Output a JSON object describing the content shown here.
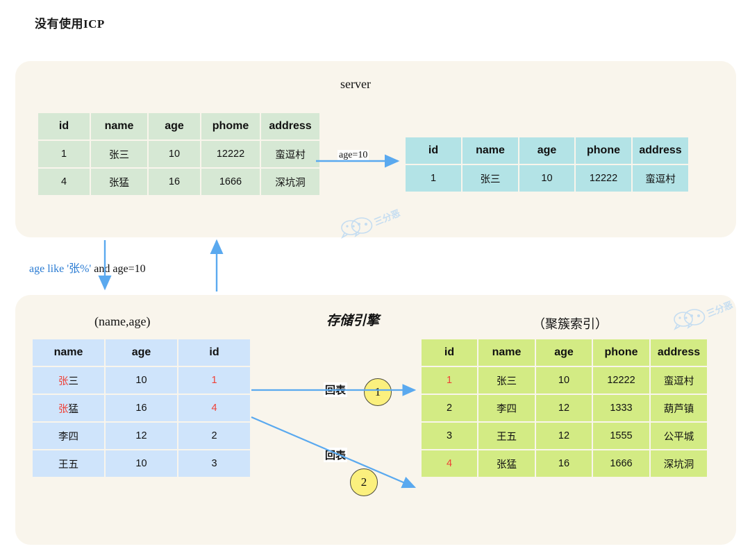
{
  "title": "没有使用ICP",
  "server_panel": {
    "label": "server",
    "source_table": {
      "name": "server-source-table",
      "columns": [
        "id",
        "name",
        "age",
        "phome",
        "address"
      ],
      "rows": [
        [
          "1",
          "张三",
          "10",
          "12222",
          "蛮逗村"
        ],
        [
          "4",
          "张猛",
          "16",
          "1666",
          "深坑洞"
        ]
      ]
    },
    "result_arrow_label": "age=10",
    "result_table": {
      "name": "server-result-table",
      "columns": [
        "id",
        "name",
        "age",
        "phone",
        "address"
      ],
      "rows": [
        [
          "1",
          "张三",
          "10",
          "12222",
          "蛮逗村"
        ]
      ]
    }
  },
  "connector": {
    "sql_blue": "age like '张%'",
    "sql_black": " and age=10"
  },
  "engine_panel": {
    "label": "存储引擎",
    "index_title": "(name,age)",
    "index_table": {
      "name": "secondary-index-table",
      "columns": [
        "name",
        "age",
        "id"
      ],
      "rows": [
        [
          {
            "t": "张",
            "c": "red"
          },
          {
            "t": "三",
            "c": ""
          },
          "10",
          {
            "t": "1",
            "c": "red"
          }
        ],
        [
          {
            "t": "张",
            "c": "red"
          },
          {
            "t": "猛",
            "c": ""
          },
          "16",
          {
            "t": "4",
            "c": "red"
          }
        ],
        [
          {
            "t": "李",
            "c": ""
          },
          {
            "t": "四",
            "c": ""
          },
          "12",
          {
            "t": "2",
            "c": ""
          }
        ],
        [
          {
            "t": "王",
            "c": ""
          },
          {
            "t": "五",
            "c": ""
          },
          "10",
          {
            "t": "3",
            "c": ""
          }
        ]
      ]
    },
    "clustered_title": "（聚簇索引）",
    "clustered_table": {
      "name": "clustered-index-table",
      "columns": [
        "id",
        "name",
        "age",
        "phone",
        "address"
      ],
      "rows": [
        [
          {
            "t": "1",
            "c": "red"
          },
          "张三",
          "10",
          "12222",
          "蛮逗村"
        ],
        [
          {
            "t": "2",
            "c": ""
          },
          "李四",
          "12",
          "1333",
          "葫芦镇"
        ],
        [
          {
            "t": "3",
            "c": ""
          },
          "王五",
          "12",
          "1555",
          "公平城"
        ],
        [
          {
            "t": "4",
            "c": "red"
          },
          "张猛",
          "16",
          "1666",
          "深坑洞"
        ]
      ]
    },
    "lookup_label_1": "回表",
    "lookup_label_2": "回表",
    "badge_1": "1",
    "badge_2": "2"
  },
  "watermark": {
    "text": "三分恶"
  },
  "colors": {
    "panel_bg": "#f9f5ec",
    "table_green": "#d6e8d4",
    "table_cyan": "#b3e3e6",
    "table_blue": "#cfe4fb",
    "table_lime": "#d3eb84",
    "arrow_blue": "#5aa9ef",
    "accent_red": "#ef4036",
    "badge_yellow": "#fbf07e"
  }
}
